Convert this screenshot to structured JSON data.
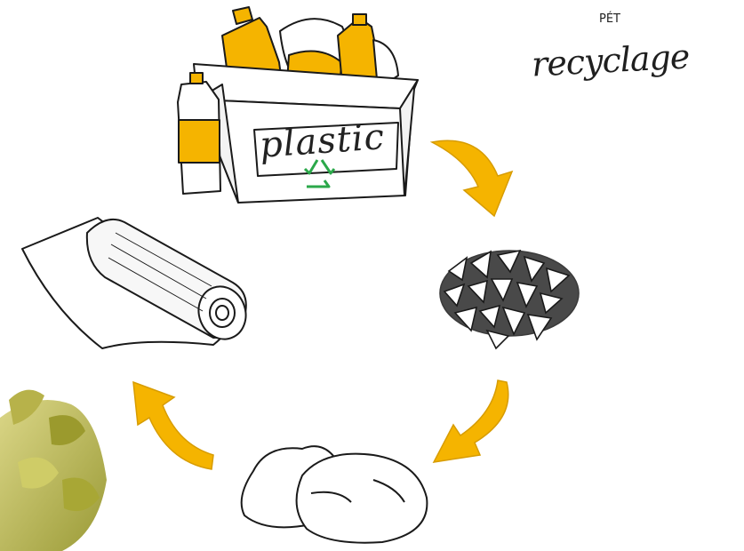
{
  "header": {
    "small_label": "PÉT",
    "title": "recyclage"
  },
  "bin": {
    "label": "plastic",
    "recycle_symbol": "recycle-icon"
  },
  "colors": {
    "accent": "#F5B400",
    "line": "#1a1a1a",
    "recycle_green": "#2BA84A",
    "leaf": "#B9B33A"
  },
  "steps": [
    {
      "icon": "plastic-bin-icon"
    },
    {
      "icon": "plastic-flakes-icon"
    },
    {
      "icon": "plastic-pellets-icon"
    },
    {
      "icon": "plastic-film-roll-icon"
    }
  ]
}
